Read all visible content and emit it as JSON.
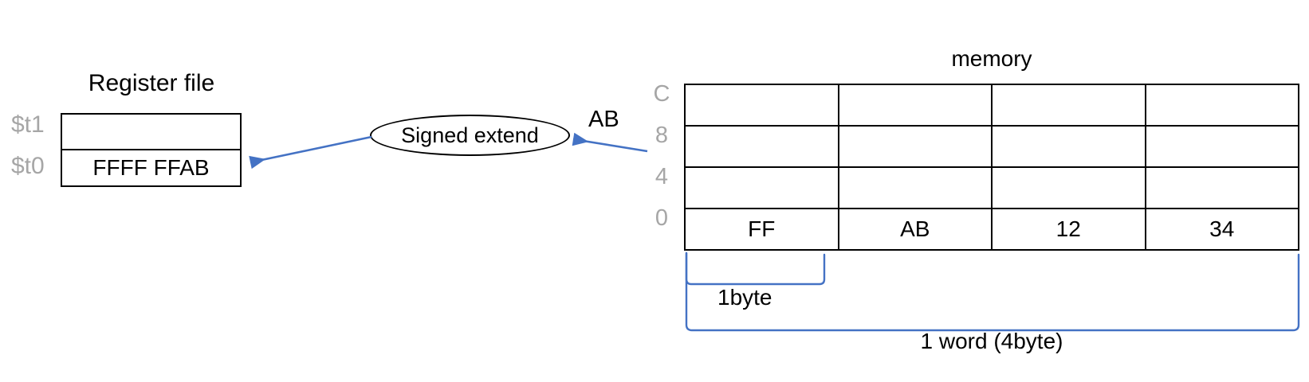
{
  "diagram": {
    "title_register_file": "Register file",
    "title_memory": "memory",
    "accent_color": "#4472C4",
    "line_color": "#000000",
    "label_gray": "#A6A6A6"
  },
  "register_file": {
    "title": "Register file",
    "rows": [
      {
        "name": "$t1",
        "value": ""
      },
      {
        "name": "$t0",
        "value": "FFFF FFAB"
      }
    ]
  },
  "signed_extend": {
    "label": "Signed extend"
  },
  "input_value": {
    "label": "AB"
  },
  "memory": {
    "title": "memory",
    "address_labels": [
      "C",
      "8",
      "4",
      "0"
    ],
    "rows": [
      [
        "",
        "",
        "",
        ""
      ],
      [
        "",
        "",
        "",
        ""
      ],
      [
        "",
        "",
        "",
        ""
      ],
      [
        "FF",
        "AB",
        "12",
        "34"
      ]
    ]
  },
  "brackets": {
    "byte_label": "1byte",
    "word_label": "1 word (4byte)"
  }
}
